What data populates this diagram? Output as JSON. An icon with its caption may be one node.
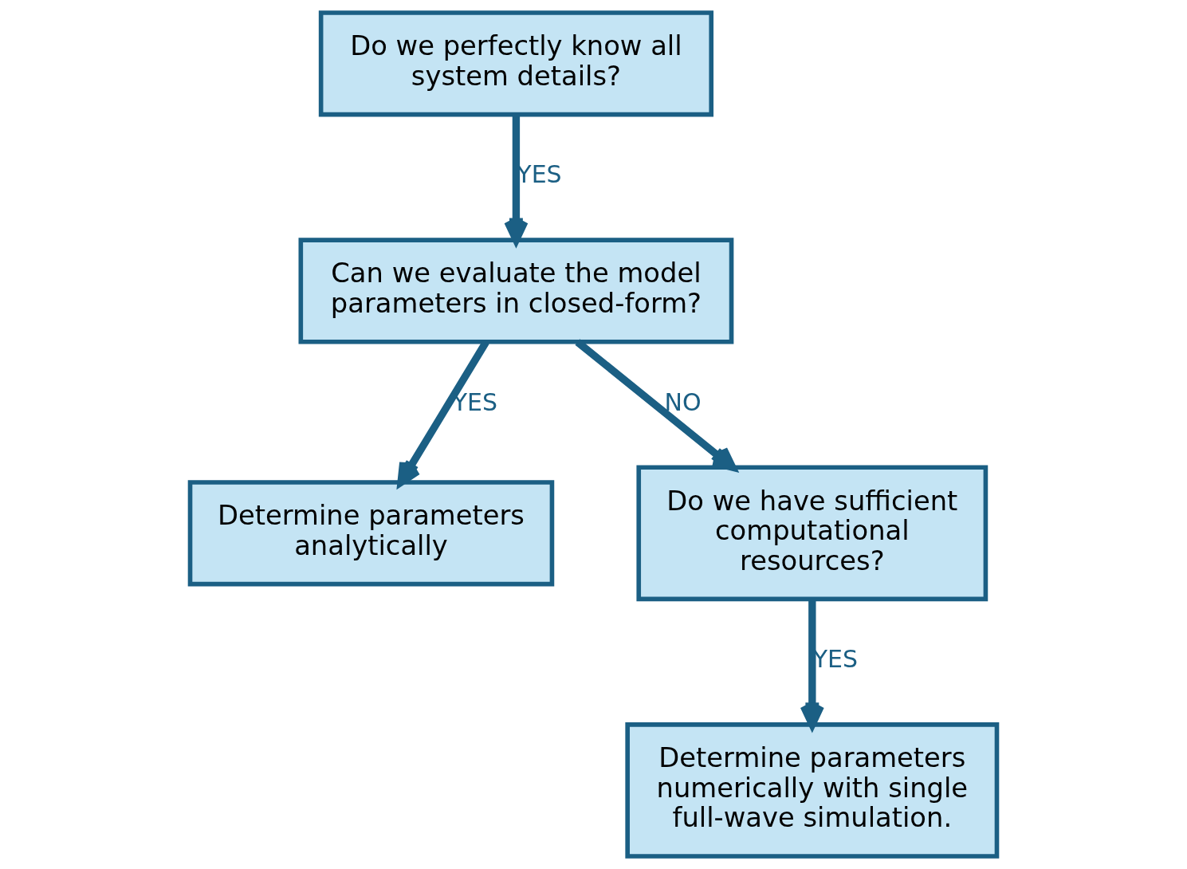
{
  "diagram": {
    "nodes": [
      {
        "text": [
          "Do we perfectly know all system details?"
        ]
      },
      {
        "text": [
          "Can we evaluate the model parameters in closed-form?"
        ]
      },
      {
        "text": [
          "Determine parameters analytically"
        ]
      },
      {
        "text": [
          "Do we have sufficient computational resources?"
        ]
      },
      {
        "text": [
          "Determine parameters numerically with single full-wave simulation."
        ]
      }
    ],
    "edges": [
      {
        "from": 0,
        "to": 1,
        "arrow": "to",
        "label": "YES"
      },
      {
        "from": 1,
        "to": 2,
        "arrow": "to",
        "label": "YES"
      },
      {
        "from": 1,
        "to": 3,
        "arrow": "to",
        "label": "NO"
      },
      {
        "from": 3,
        "to": 4,
        "arrow": "to",
        "label": "YES"
      }
    ]
  }
}
